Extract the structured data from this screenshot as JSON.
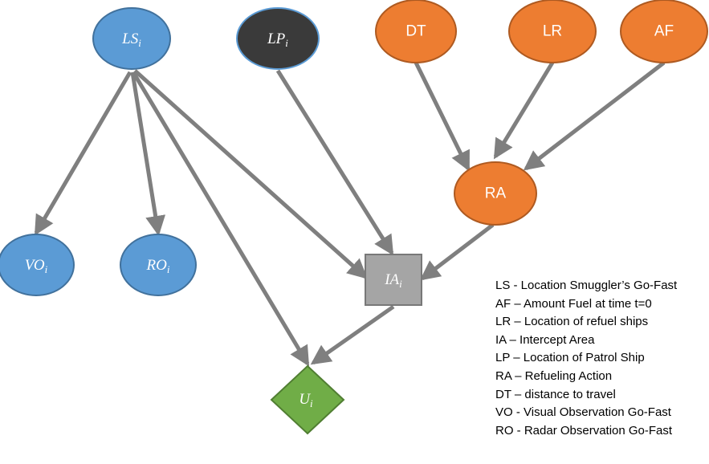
{
  "colors": {
    "blue_fill": "#5b9bd5",
    "blue_stroke": "#41719c",
    "dark_fill": "#3a3a3a",
    "dark_stroke": "#5b9bd5",
    "orange_fill": "#ed7d31",
    "orange_stroke": "#ae5a21",
    "gray_fill": "#a5a5a5",
    "gray_stroke": "#787878",
    "green_fill": "#70ad47",
    "green_stroke": "#507e32",
    "arrow": "#7f7f7f",
    "text_light": "#ffffff"
  },
  "nodes": {
    "ls": {
      "base": "LS",
      "sub": "i"
    },
    "lp": {
      "base": "LP",
      "sub": "i"
    },
    "dt": {
      "text": "DT"
    },
    "lr": {
      "text": "LR"
    },
    "af": {
      "text": "AF"
    },
    "ra": {
      "text": "RA"
    },
    "vo": {
      "base": "VO",
      "sub": "i"
    },
    "ro": {
      "base": "RO",
      "sub": "i"
    },
    "ia": {
      "base": "IA",
      "sub": "i"
    },
    "u": {
      "base": "U",
      "sub": "i"
    }
  },
  "legend": [
    "LS - Location Smuggler’s Go-Fast",
    "AF – Amount Fuel at time t=0",
    "LR – Location of refuel ships",
    "IA – Intercept Area",
    "LP – Location of Patrol Ship",
    "RA – Refueling Action",
    "DT – distance to travel",
    "VO - Visual Observation Go-Fast",
    "RO - Radar Observation Go-Fast"
  ]
}
